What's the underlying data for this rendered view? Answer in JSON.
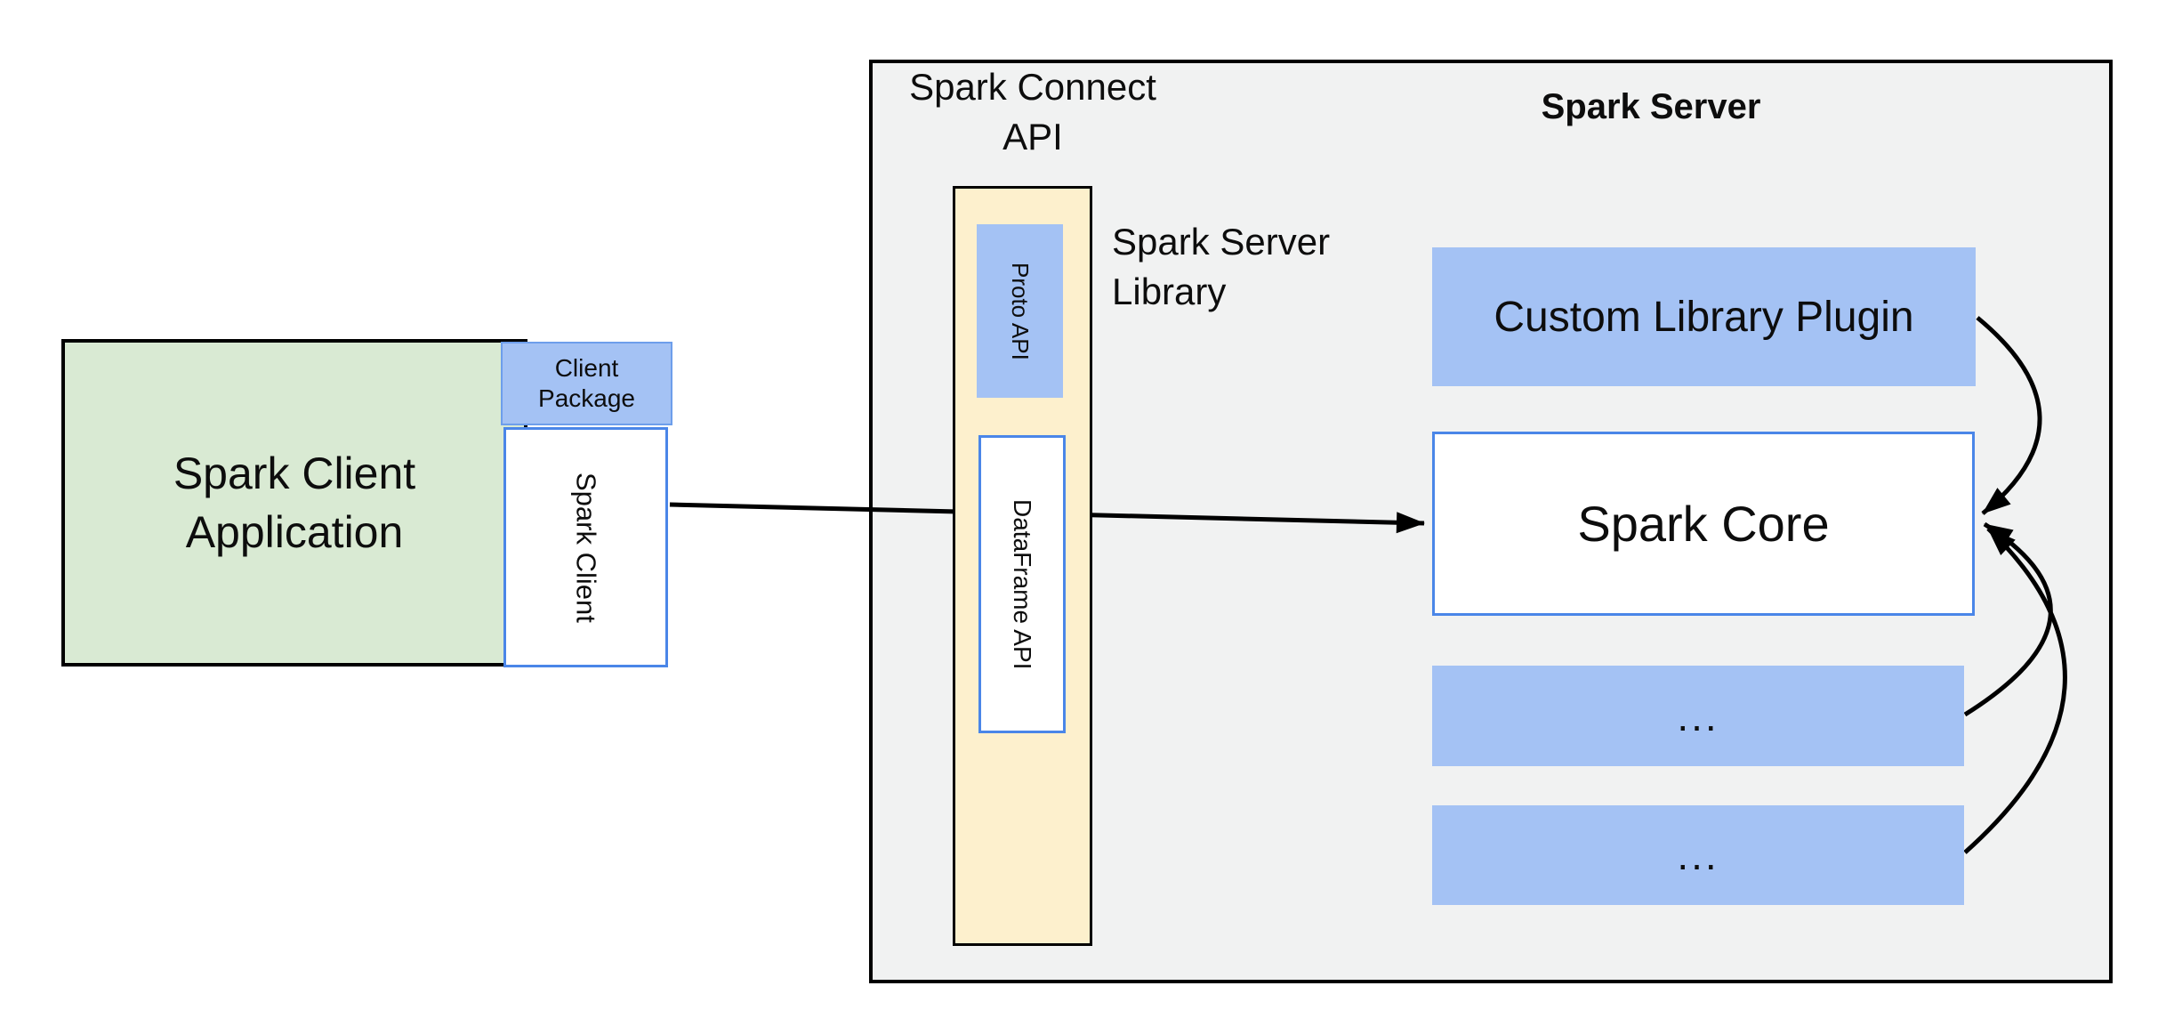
{
  "colors": {
    "page-bg": "#ffffff",
    "panel-gray": "#f1f2f2",
    "box-green": "#d9ead3",
    "box-blue": "#a4c2f4",
    "box-yellow": "#fdf0cd",
    "border-blue": "#4a86e8",
    "border-blue-dark": "#6d9eeb",
    "line-black": "#000000",
    "text": "#0d0d0d"
  },
  "client_application": {
    "line1": "Spark Client",
    "line2": "Application"
  },
  "client_package": {
    "line1": "Client",
    "line2": "Package"
  },
  "spark_client": {
    "label": "Spark Client"
  },
  "connect_api_label": {
    "line1": "Spark Connect",
    "line2": "API"
  },
  "proto_api": {
    "label": "Proto  API"
  },
  "dataframe_api": {
    "label": "DataFrame API"
  },
  "server_library_label": {
    "line1": "Spark Server",
    "line2": "Library"
  },
  "server_title": {
    "label": "Spark Server"
  },
  "custom_plugin": {
    "label": "Custom Library Plugin"
  },
  "spark_core": {
    "label": "Spark Core"
  },
  "module_1": {
    "label": "..."
  },
  "module_2": {
    "label": "..."
  }
}
